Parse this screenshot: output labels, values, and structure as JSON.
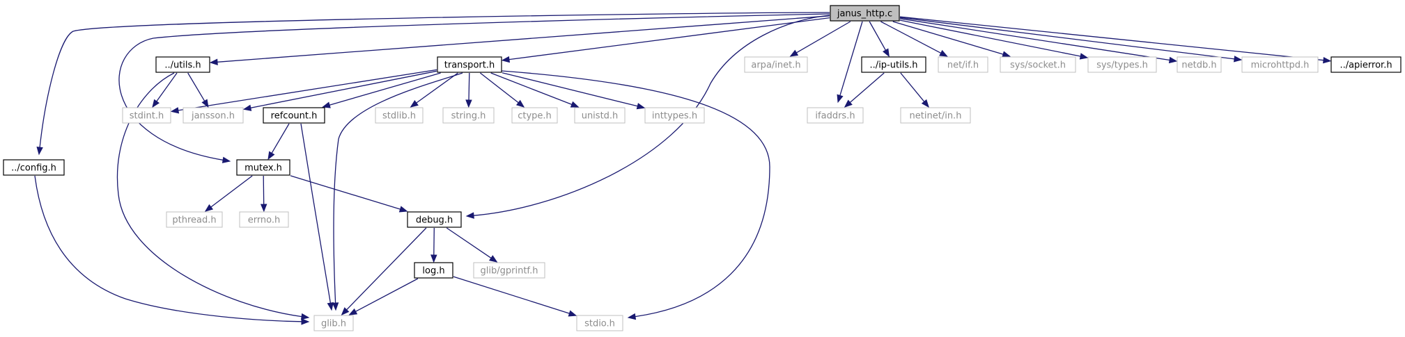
{
  "graph": {
    "colors": {
      "edge": "#191970",
      "root_fill": "#bfbfbf",
      "local_border": "#000000",
      "system_border": "#bfbfbf",
      "system_text": "#8c8c8c"
    },
    "nodes": [
      {
        "id": "root",
        "label": "janus_http.c",
        "kind": "root"
      },
      {
        "id": "utils",
        "label": "../utils.h",
        "kind": "local"
      },
      {
        "id": "transport",
        "label": "transport.h",
        "kind": "local"
      },
      {
        "id": "arpa_inet",
        "label": "arpa/inet.h",
        "kind": "system"
      },
      {
        "id": "ip_utils",
        "label": "../ip-utils.h",
        "kind": "local"
      },
      {
        "id": "net_if",
        "label": "net/if.h",
        "kind": "system"
      },
      {
        "id": "sys_socket",
        "label": "sys/socket.h",
        "kind": "system"
      },
      {
        "id": "sys_types",
        "label": "sys/types.h",
        "kind": "system"
      },
      {
        "id": "netdb",
        "label": "netdb.h",
        "kind": "system"
      },
      {
        "id": "microhttpd",
        "label": "microhttpd.h",
        "kind": "system"
      },
      {
        "id": "apierror",
        "label": "../apierror.h",
        "kind": "local"
      },
      {
        "id": "stdint",
        "label": "stdint.h",
        "kind": "system"
      },
      {
        "id": "jansson",
        "label": "jansson.h",
        "kind": "system"
      },
      {
        "id": "refcount",
        "label": "refcount.h",
        "kind": "local"
      },
      {
        "id": "stdlib",
        "label": "stdlib.h",
        "kind": "system"
      },
      {
        "id": "string",
        "label": "string.h",
        "kind": "system"
      },
      {
        "id": "ctype",
        "label": "ctype.h",
        "kind": "system"
      },
      {
        "id": "unistd",
        "label": "unistd.h",
        "kind": "system"
      },
      {
        "id": "inttypes",
        "label": "inttypes.h",
        "kind": "system"
      },
      {
        "id": "ifaddrs",
        "label": "ifaddrs.h",
        "kind": "system"
      },
      {
        "id": "netinet_in",
        "label": "netinet/in.h",
        "kind": "system"
      },
      {
        "id": "config",
        "label": "../config.h",
        "kind": "local"
      },
      {
        "id": "mutex",
        "label": "mutex.h",
        "kind": "local"
      },
      {
        "id": "pthread",
        "label": "pthread.h",
        "kind": "system"
      },
      {
        "id": "errno",
        "label": "errno.h",
        "kind": "system"
      },
      {
        "id": "debug",
        "label": "debug.h",
        "kind": "local"
      },
      {
        "id": "log",
        "label": "log.h",
        "kind": "local"
      },
      {
        "id": "gprintf",
        "label": "glib/gprintf.h",
        "kind": "system"
      },
      {
        "id": "glib",
        "label": "glib.h",
        "kind": "system"
      },
      {
        "id": "stdio",
        "label": "stdio.h",
        "kind": "system"
      }
    ],
    "edges": [
      {
        "from": "root",
        "to": "utils"
      },
      {
        "from": "root",
        "to": "transport"
      },
      {
        "from": "root",
        "to": "arpa_inet"
      },
      {
        "from": "root",
        "to": "ip_utils"
      },
      {
        "from": "root",
        "to": "net_if"
      },
      {
        "from": "root",
        "to": "sys_socket"
      },
      {
        "from": "root",
        "to": "sys_types"
      },
      {
        "from": "root",
        "to": "netdb"
      },
      {
        "from": "root",
        "to": "microhttpd"
      },
      {
        "from": "root",
        "to": "apierror"
      },
      {
        "from": "root",
        "to": "ifaddrs"
      },
      {
        "from": "root",
        "to": "config"
      },
      {
        "from": "root",
        "to": "mutex"
      },
      {
        "from": "root",
        "to": "debug"
      },
      {
        "from": "utils",
        "to": "stdint"
      },
      {
        "from": "utils",
        "to": "jansson"
      },
      {
        "from": "utils",
        "to": "glib"
      },
      {
        "from": "transport",
        "to": "stdint"
      },
      {
        "from": "transport",
        "to": "jansson"
      },
      {
        "from": "transport",
        "to": "refcount"
      },
      {
        "from": "transport",
        "to": "stdlib"
      },
      {
        "from": "transport",
        "to": "string"
      },
      {
        "from": "transport",
        "to": "ctype"
      },
      {
        "from": "transport",
        "to": "unistd"
      },
      {
        "from": "transport",
        "to": "inttypes"
      },
      {
        "from": "transport",
        "to": "glib"
      },
      {
        "from": "transport",
        "to": "stdio"
      },
      {
        "from": "ip_utils",
        "to": "ifaddrs"
      },
      {
        "from": "ip_utils",
        "to": "netinet_in"
      },
      {
        "from": "refcount",
        "to": "mutex"
      },
      {
        "from": "refcount",
        "to": "glib"
      },
      {
        "from": "config",
        "to": "glib"
      },
      {
        "from": "mutex",
        "to": "pthread"
      },
      {
        "from": "mutex",
        "to": "errno"
      },
      {
        "from": "mutex",
        "to": "debug"
      },
      {
        "from": "debug",
        "to": "log"
      },
      {
        "from": "debug",
        "to": "gprintf"
      },
      {
        "from": "debug",
        "to": "glib"
      },
      {
        "from": "log",
        "to": "glib"
      },
      {
        "from": "log",
        "to": "stdio"
      }
    ]
  }
}
